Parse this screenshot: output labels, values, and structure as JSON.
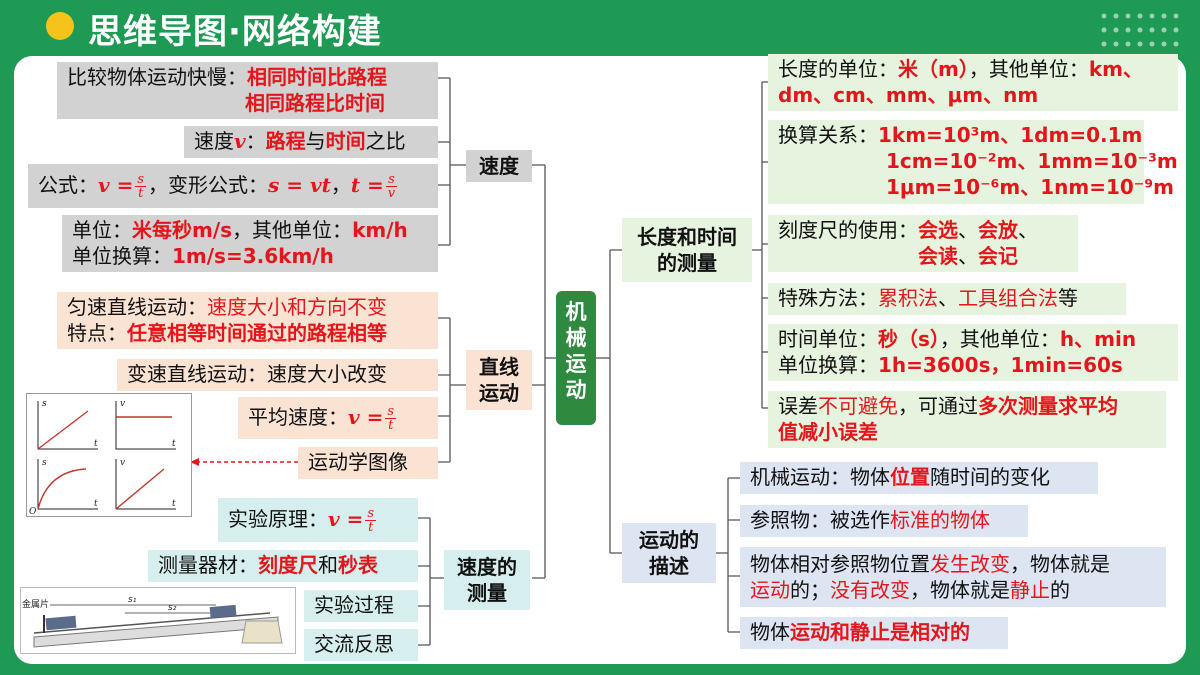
{
  "header": {
    "title": "思维导图·网络构建"
  },
  "center": {
    "label": "机械运动"
  },
  "left": {
    "speed": {
      "topic": "速度",
      "compare_label": "比较物体运动快慢：",
      "compare_v1": "相同时间比路程",
      "compare_v2": "相同路程比时间",
      "def_label": "速度",
      "def_symbol": "v",
      "def_colon": "：",
      "def_path": "路程",
      "def_with": "与",
      "def_time": "时间",
      "def_ratio": "之比",
      "formula_label": "公式：",
      "formula_v": "v =",
      "frac_s": "s",
      "frac_t": "t",
      "formula_mid": "，变形公式：",
      "formula_s": "s = vt",
      "formula_comma": "，",
      "formula_t": "t =",
      "frac_v": "v",
      "unit_label": "单位：",
      "unit_value": "米每秒m/s",
      "unit_other_label": "，其他单位：",
      "unit_other": "km/h",
      "conv_label": "单位换算：",
      "conv_value": "1m/s=3.6km/h"
    },
    "linear": {
      "topic": "直线运动",
      "uniform_label": "匀速直线运动：",
      "uniform_value": "速度大小和方向不变",
      "feature_label": "特点：",
      "feature_value": "任意相等时间通过的路程相等",
      "variable_label": "变速直线运动：速度大小改变",
      "avg_label": "平均速度：",
      "avg_v": "v =",
      "graph_label": "运动学图像",
      "graph_axes": {
        "s": "s",
        "v": "v",
        "t": "t",
        "o": "O"
      }
    },
    "measure": {
      "topic": "速度的测量",
      "principle_label": "实验原理：",
      "principle_v": "v =",
      "tools_label": "测量器材：",
      "tools_ruler": "刻度尺",
      "tools_and": "和",
      "tools_watch": "秒表",
      "process_label": "实验过程",
      "reflect_label": "交流反思",
      "apparatus_label": "金属片",
      "apparatus_s1": "s₁",
      "apparatus_s2": "s₂"
    }
  },
  "right": {
    "length_time": {
      "topic": "长度和时间的测量",
      "len_unit_label": "长度的单位：",
      "len_unit_value": "米（m）",
      "len_other_label": "，其他单位：",
      "len_other_1": "km、",
      "len_other_2": "dm、cm、mm、μm、nm",
      "conv_label": "换算关系：",
      "conv_1": "1km=10³m、1dm=0.1m",
      "conv_2": "1cm=10⁻²m、1mm=10⁻³m",
      "conv_3": "1μm=10⁻⁶m、1nm=10⁻⁹m",
      "ruler_label": "刻度尺的使用：",
      "ruler_1": "会选",
      "ruler_sep1": "、",
      "ruler_2": "会放",
      "ruler_sep2": "、",
      "ruler_3": "会读",
      "ruler_sep3": "、",
      "ruler_4": "会记",
      "special_label": "特殊方法：",
      "special_1": "累积法",
      "special_sep": "、",
      "special_2": "工具组合法",
      "special_end": "等",
      "time_unit_label": "时间单位：",
      "time_unit_value": "秒（s）",
      "time_other_label": "，其他单位：",
      "time_other": "h、min",
      "time_conv_label": "单位换算：",
      "time_conv_value": "1h=3600s，1min=60s",
      "error_label": "误差",
      "error_1": "不可避免",
      "error_mid": "，可通过",
      "error_2": "多次测量求平均",
      "error_3": "值减小误差"
    },
    "motion": {
      "topic": "运动的描述",
      "mech_label": "机械运动：物体",
      "mech_pos": "位置",
      "mech_rest": "随时间的变化",
      "ref_label": "参照物：被选作",
      "ref_value": "标准的物体",
      "rel_1": "物体相对参照物位置",
      "rel_2": "发生改变",
      "rel_3": "，物体就是",
      "rel_4": "运动",
      "rel_5": "的；",
      "rel_6": "没有改变",
      "rel_7": "，物体就是",
      "rel_8": "静止",
      "rel_9": "的",
      "relative_label": "物体",
      "relative_value": "运动和静止是相对的"
    }
  },
  "colors": {
    "bg": "#1f9a54",
    "accent": "#e3171b",
    "center": "#2f8a3f",
    "dot": "#f6c31b"
  }
}
